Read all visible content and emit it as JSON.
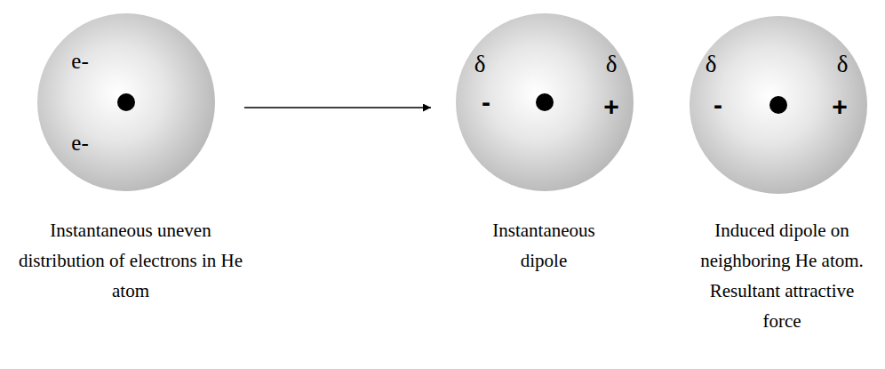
{
  "diagram": {
    "nodes": [
      {
        "text": [
          "e-",
          "e-",
          "Instantaneous uneven distribution of electrons in He atom"
        ]
      },
      {
        "text": [
          "δ",
          "δ",
          "-",
          "+",
          "Instantaneous dipole"
        ]
      },
      {
        "text": [
          "δ",
          "δ",
          "-",
          "+",
          "Induced dipole on neighboring He atom. Resultant attractive force"
        ]
      }
    ],
    "edges": [
      {
        "from": 0,
        "to": 1,
        "arrow": "to"
      }
    ]
  }
}
